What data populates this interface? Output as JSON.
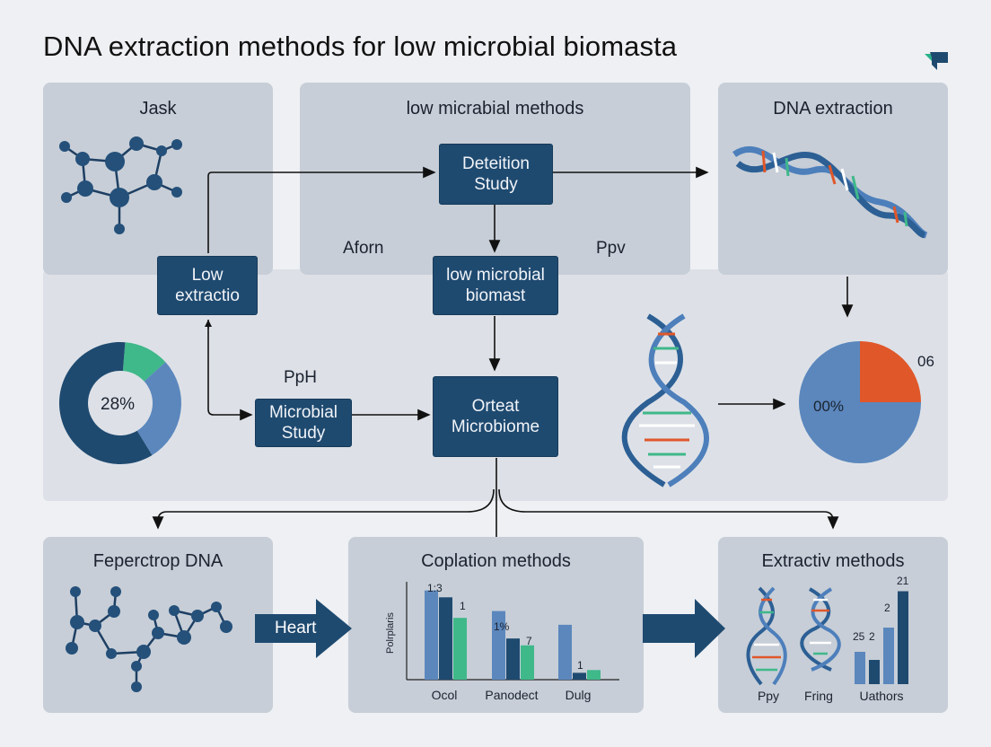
{
  "title": "DNA extraction methods for low microbial biomasta",
  "top_panels": {
    "left": "Jask",
    "center": "low micrabial methods",
    "right": "DNA extraction"
  },
  "nodes": {
    "deteition": "Deteition\nStudy",
    "low_extractio": "Low\nextractio",
    "low_microbial_biomast": "low microbial\nbiomast",
    "microbial_study": "Microbial\nStudy",
    "orteat_microbiome": "Orteat\nMicrobiome"
  },
  "labels": {
    "aforn": "Aforn",
    "ppv": "Ppv",
    "pph": "PpH"
  },
  "donut": {
    "label": "28%",
    "segments": [
      0.12,
      0.28,
      0.6
    ]
  },
  "pie": {
    "label": "00%",
    "side_label": "06",
    "segments": [
      0.25,
      0.75
    ]
  },
  "bottom_panels": {
    "left": "Feperctrop DNA",
    "center": "Coplation methods",
    "right": "Extractiv methods"
  },
  "arrow_labels": {
    "heart": "Heart"
  },
  "chart_data": [
    {
      "type": "bar",
      "ylabel": "Polrplaris",
      "categories": [
        "Ocol",
        "Panodect",
        "Dulg"
      ],
      "series": [
        {
          "values": [
            13,
            10,
            8
          ]
        },
        {
          "values": [
            12,
            6,
            1
          ]
        },
        {
          "values": [
            9,
            5,
            1.4
          ]
        }
      ],
      "data_labels": [
        "1:3",
        "1",
        "1%",
        "7",
        "1"
      ],
      "ylim": [
        0,
        14
      ]
    },
    {
      "type": "bar",
      "categories": [
        "Ppy",
        "Fring",
        "Uathors"
      ],
      "values": [
        25,
        2,
        21
      ],
      "data_labels": [
        "25",
        "2",
        "2",
        "21"
      ],
      "ylim": [
        0,
        24
      ]
    }
  ],
  "colors": {
    "navy": "#1f4a70",
    "mid_blue": "#5b87bd",
    "green": "#3fb88a",
    "orange": "#e0572a",
    "panel": "#c7ced7"
  }
}
